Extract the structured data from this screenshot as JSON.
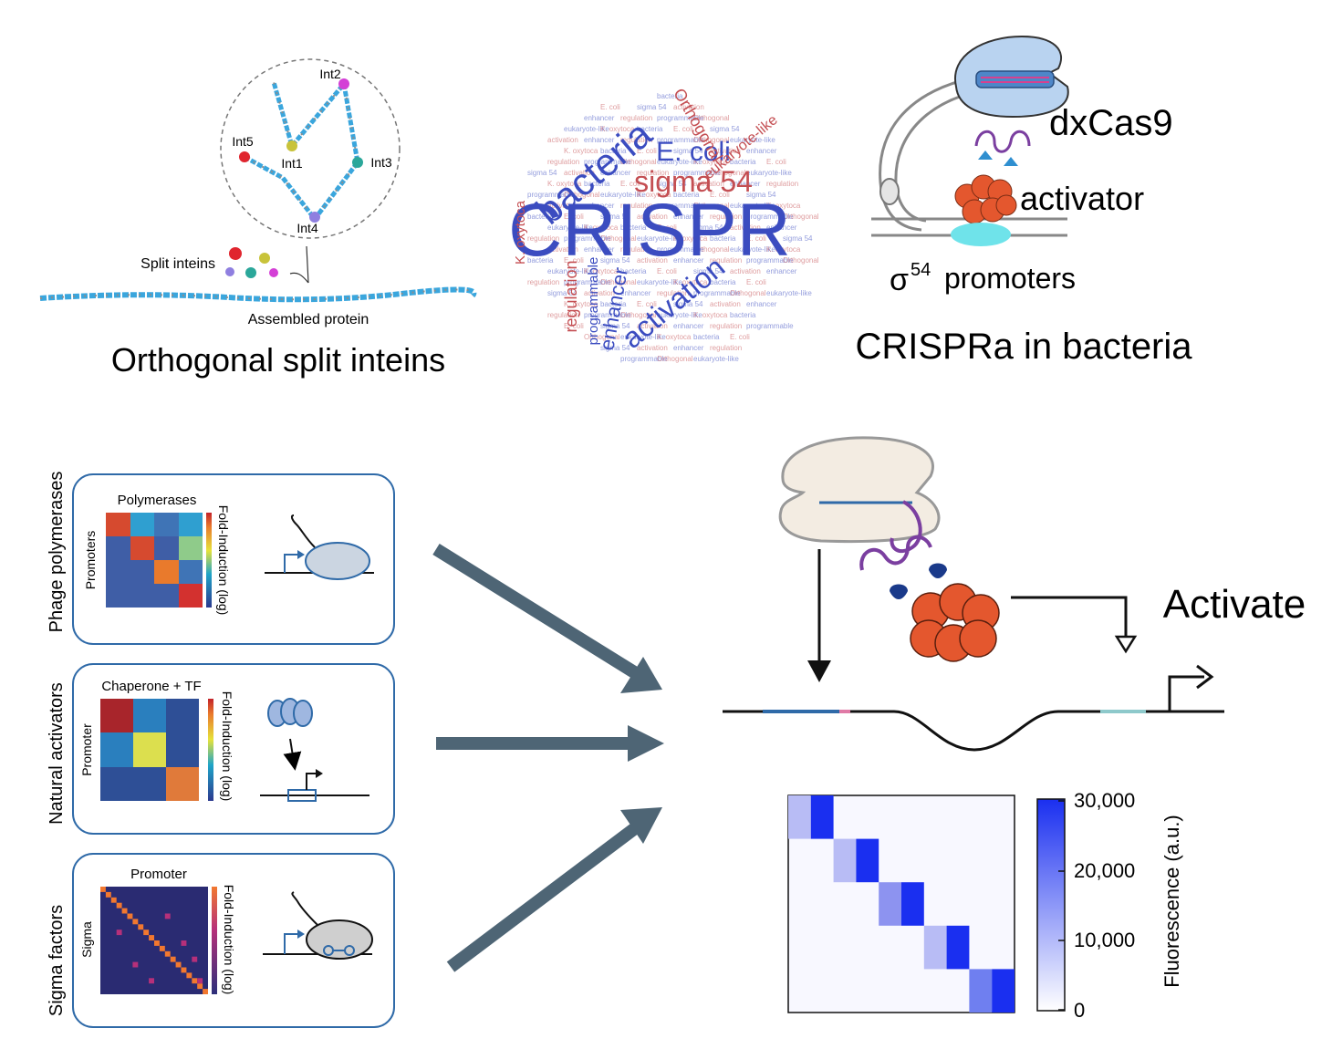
{
  "inteins": {
    "title": "Orthogonal split inteins",
    "labels": [
      "Int1",
      "Int2",
      "Int3",
      "Int4",
      "Int5"
    ],
    "split_label": "Split inteins",
    "assembled_label": "Assembled protein"
  },
  "wordcloud": {
    "big_word": "CRISPR",
    "mid_words": [
      "bacteria",
      "E. coli",
      "sigma 54",
      "activation",
      "enhancer",
      "regulation",
      "programmable",
      "Orthogonal",
      "eukaryote-like",
      "K. oxytoca"
    ],
    "colors": {
      "blue": "#3b4cc0",
      "red": "#c44e52"
    }
  },
  "crispra": {
    "title": "CRISPRa in bacteria",
    "dxcas9": "dxCas9",
    "activator": "activator",
    "sigma_symbol": "σ",
    "sigma_sup": "54",
    "promoters": "promoters"
  },
  "panels": [
    {
      "side_label": "Phage polymerases",
      "top_label": "Polymerases",
      "y_label": "Promoters",
      "bar_label": "Fold-Induction (log)"
    },
    {
      "side_label": "Natural activators",
      "top_label": "Chaperone + TF",
      "y_label": "Promoter",
      "bar_label": "Fold-Induction (log)"
    },
    {
      "side_label": "Sigma factors",
      "top_label": "Promoter",
      "y_label": "Sigma",
      "bar_label": "Fold-Induction (log)"
    }
  ],
  "activate_label": "Activate",
  "heatmap": {
    "colorbar_ticks": [
      "30,000",
      "20,000",
      "10,000",
      "0"
    ],
    "colorbar_label": "Fluorescence (a.u.)",
    "colors": {
      "high": "#1a2ff0",
      "low": "#ffffff"
    }
  },
  "colors": {
    "arrow": "#4e6575",
    "panel_border": "#2f6aa8",
    "cas_blue": "#b9d3f0",
    "activator_orange": "#e4572e",
    "promoter_cyan": "#6fe3ea"
  }
}
